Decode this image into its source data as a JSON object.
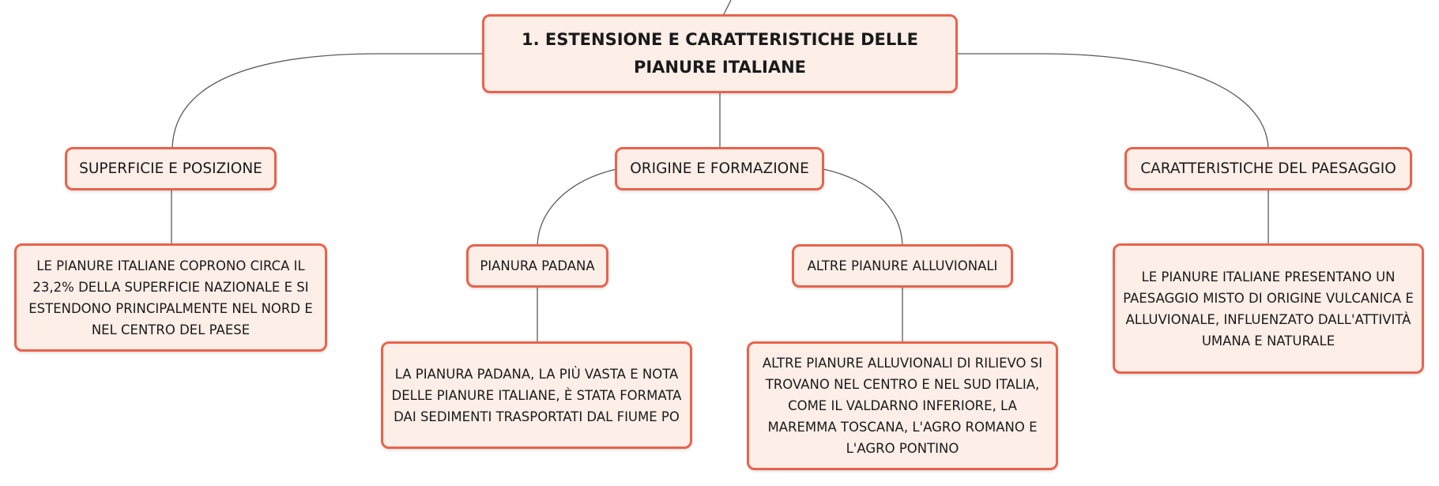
{
  "root": {
    "text": "1. ESTENSIONE E CARATTERISTICHE DELLE PIANURE ITALIANE"
  },
  "branches": {
    "superficie": {
      "label": "SUPERFICIE E POSIZIONE",
      "detail": "LE PIANURE ITALIANE COPRONO CIRCA IL 23,2% DELLA SUPERFICIE NAZIONALE E SI ESTENDONO PRINCIPALMENTE NEL NORD E NEL CENTRO DEL PAESE"
    },
    "origine": {
      "label": "ORIGINE E FORMAZIONE",
      "padana": {
        "label": "PIANURA PADANA",
        "detail": "LA PIANURA PADANA, LA PIÙ VASTA E NOTA DELLE PIANURE ITALIANE, È STATA FORMATA DAI SEDIMENTI TRASPORTATI DAL FIUME PO"
      },
      "alluvionali": {
        "label": "ALTRE PIANURE ALLUVIONALI",
        "detail": "ALTRE PIANURE ALLUVIONALI DI RILIEVO SI TROVANO NEL CENTRO E NEL SUD ITALIA, COME IL VALDARNO INFERIORE, LA MAREMMA TOSCANA, L'AGRO ROMANO E L'AGRO PONTINO"
      }
    },
    "paesaggio": {
      "label": "CARATTERISTICHE DEL PAESAGGIO",
      "detail": "LE PIANURE ITALIANE PRESENTANO UN PAESAGGIO MISTO DI ORIGINE VULCANICA E ALLUVIONALE, INFLUENZATO DALL'ATTIVITÀ UMANA E NATURALE"
    }
  },
  "colors": {
    "node_fill": "#fdeee8",
    "node_border": "#e8634d",
    "connector": "#5a5a5a"
  }
}
